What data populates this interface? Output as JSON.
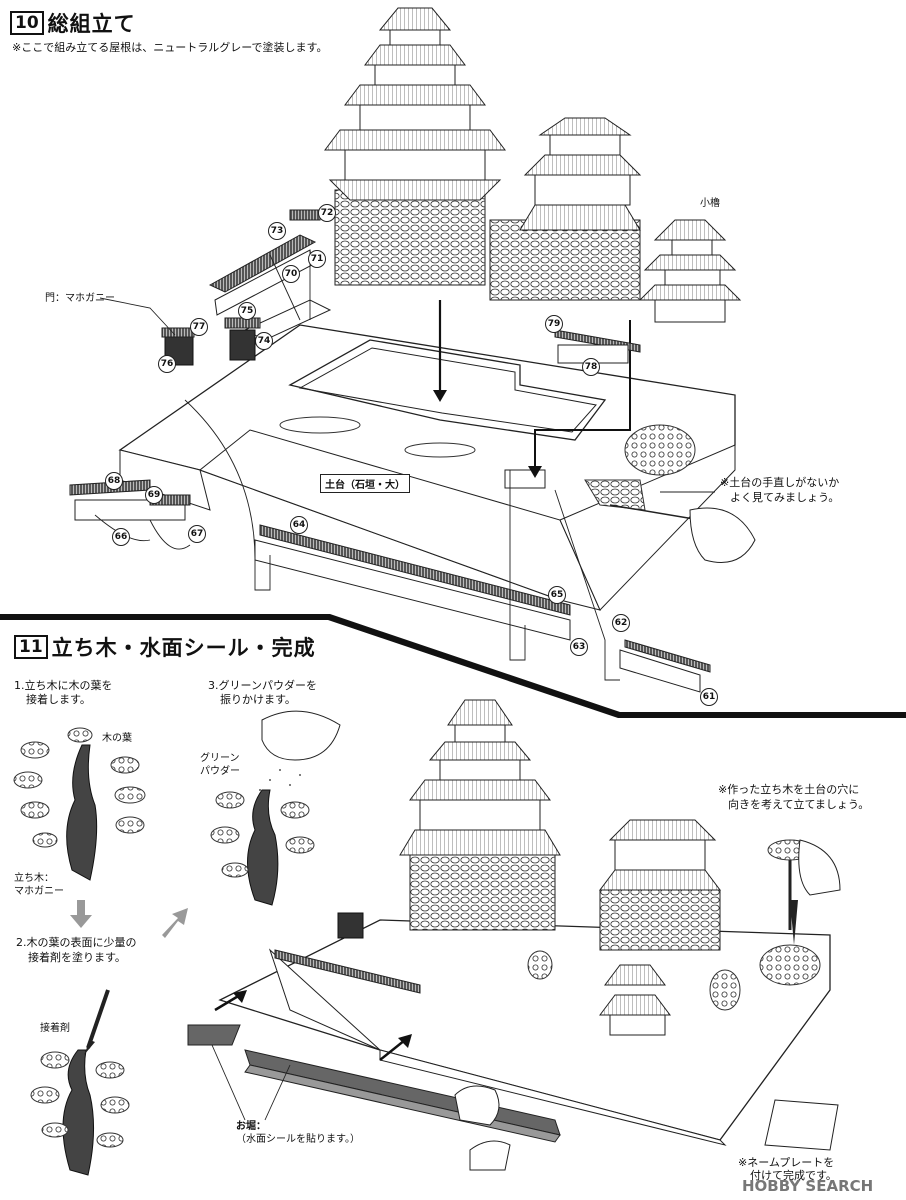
{
  "step10": {
    "number": "10",
    "title": "総組立て",
    "note": "※ここで組み立てる屋根は、ニュートラルグレーで塗装します。",
    "label_koyagura": "小櫓",
    "label_mon": "門：マホガニー",
    "label_base": "土台（石垣・大）",
    "check_note_1": "※土台の手直しがないか",
    "check_note_2": "よく見てみましょう。",
    "parts": [
      "73",
      "72",
      "70",
      "71",
      "77",
      "75",
      "76",
      "74",
      "79",
      "78",
      "68",
      "69",
      "66",
      "67",
      "64",
      "65",
      "63",
      "62",
      "61"
    ]
  },
  "step11": {
    "number": "11",
    "title": "立ち木・水面シール・完成",
    "sub1_1": "1.立ち木に木の葉を",
    "sub1_2": "接着します。",
    "leaf_label": "木の葉",
    "trunk_label_1": "立ち木：",
    "trunk_label_2": "マホガニー",
    "sub2_1": "2.木の葉の表面に少量の",
    "sub2_2": "接着剤を塗ります。",
    "glue_label": "接着剤",
    "sub3_1": "3.グリーンパウダーを",
    "sub3_2": "振りかけます。",
    "powder_1": "グリーン",
    "powder_2": "パウダー",
    "tree_note_1": "※作った立ち木を土台の穴に",
    "tree_note_2": "向きを考えて立てましょう。",
    "moat_1": "お堀：",
    "moat_2": "（水面シールを貼ります。）",
    "nameplate_1": "※ネームプレートを",
    "nameplate_2": "付けて完成です。"
  },
  "watermark": "HOBBY SEARCH"
}
